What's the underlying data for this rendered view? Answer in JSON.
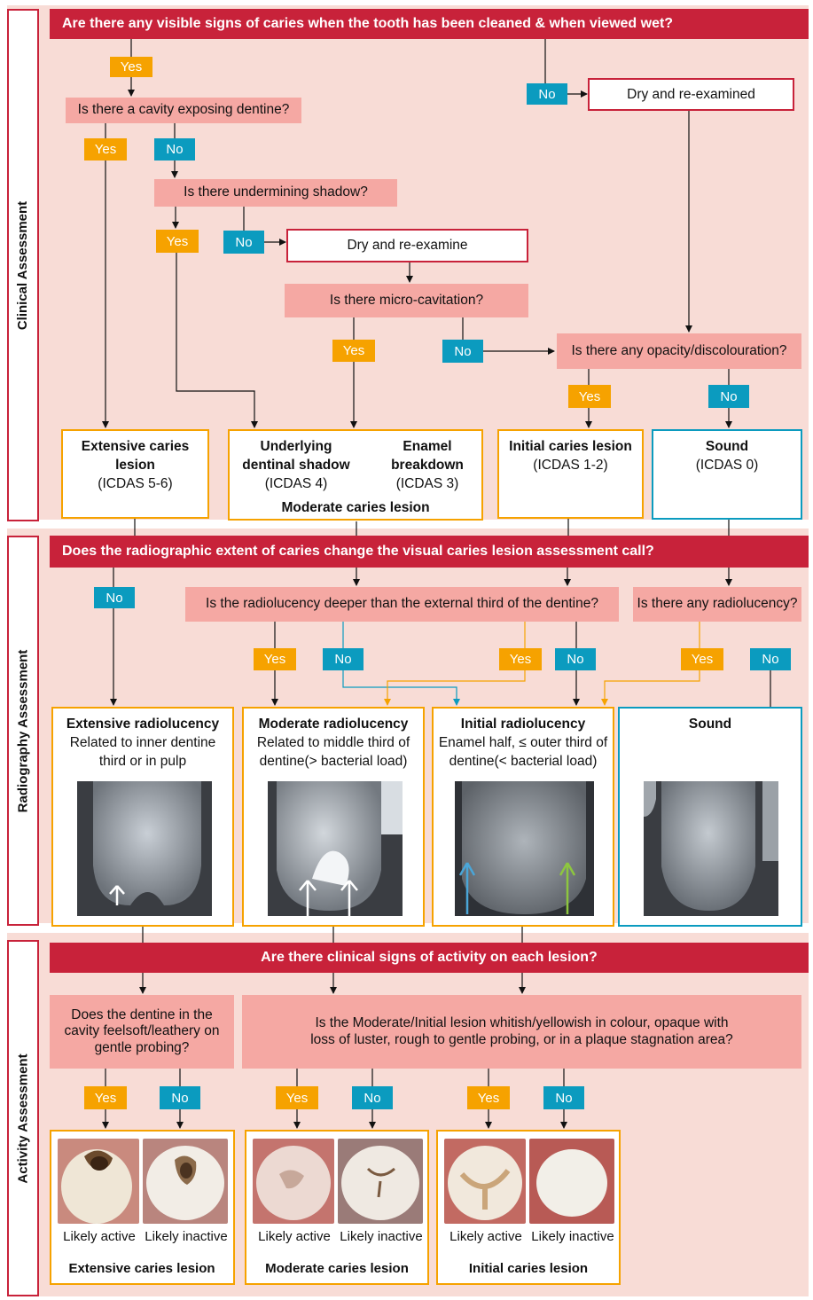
{
  "sections": {
    "clinical": "Clinical Assessment",
    "radiography": "Radiography Assessment",
    "activity": "Activity Assessment"
  },
  "clinical": {
    "banner": "Are there any visible signs of caries when the tooth has been cleaned & when viewed wet?",
    "q_cavity": "Is there a cavity exposing dentine?",
    "q_shadow": "Is there undermining shadow?",
    "q_micro": "Is there micro-cavitation?",
    "q_opacity": "Is there any opacity/discolouration?",
    "dry_reexamined": "Dry and re-examined",
    "dry_reexamine": "Dry and re-examine",
    "results": {
      "extensive_title": "Extensive caries lesion",
      "extensive_code": "(ICDAS 5-6)",
      "shadow_title": "Underlying dentinal shadow",
      "shadow_code": "(ICDAS 4)",
      "enamel_title": "Enamel breakdown",
      "enamel_code": "(ICDAS 3)",
      "moderate_label": "Moderate caries lesion",
      "initial_title": "Initial caries lesion",
      "initial_code": "(ICDAS 1-2)",
      "sound_title": "Sound",
      "sound_code": "(ICDAS 0)"
    }
  },
  "radiography": {
    "banner": "Does the radiographic extent of caries change the visual caries lesion assessment call?",
    "q_deeper": "Is the radiolucency deeper than the external third of the dentine?",
    "q_any": "Is there any radiolucency?",
    "results": {
      "extensive_title": "Extensive radiolucency",
      "extensive_desc": "Related to inner dentine third or in pulp",
      "moderate_title": "Moderate radiolucency",
      "moderate_desc": "Related to middle third of dentine(> bacterial load)",
      "initial_title": "Initial radiolucency",
      "initial_desc": "Enamel half, ≤ outer third of dentine(< bacterial load)",
      "sound_title": "Sound"
    }
  },
  "activity": {
    "banner": "Are there clinical signs of activity on each lesion?",
    "q_dentine": "Does the dentine in the cavity feelsoft/leathery on gentle probing?",
    "q_lesion": "Is the Moderate/Initial lesion whitish/yellowish in colour, opaque with loss of luster, rough to gentle probing, or in a plaque stagnation area?",
    "likely_active": "Likely active",
    "likely_inactive": "Likely inactive",
    "extensive_label": "Extensive caries lesion",
    "moderate_label": "Moderate caries lesion",
    "initial_label": "Initial caries lesion"
  },
  "labels": {
    "yes": "Yes",
    "no": "No"
  },
  "colors": {
    "banner": "#c8223a",
    "panel": "#f8dcd6",
    "question": "#f5a8a3",
    "yes": "#f6a200",
    "no": "#0b9bbf",
    "green_arrow": "#8dc63f"
  }
}
